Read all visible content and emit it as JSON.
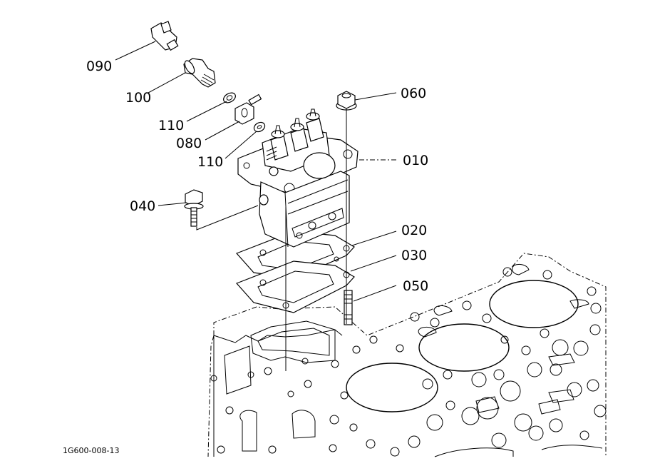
{
  "callouts": {
    "p090": "090",
    "p100": "100",
    "p110a": "110",
    "p080": "080",
    "p110b": "110",
    "p060": "060",
    "p010": "010",
    "p040": "040",
    "p020": "020",
    "p030": "030",
    "p050": "050"
  },
  "figure_ref": "1G600-008-13"
}
